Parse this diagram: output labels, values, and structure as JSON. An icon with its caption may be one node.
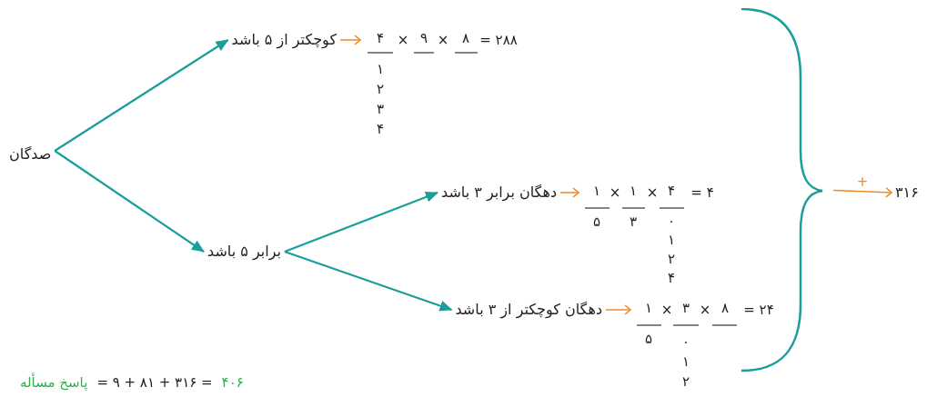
{
  "diagram": {
    "nodes": [
      {
        "text": [
          "صدگان"
        ]
      },
      {
        "text": [
          "کوچکتر از ۵ باشد"
        ]
      },
      {
        "text": [
          "برابر ۵ باشد"
        ]
      },
      {
        "text": [
          "دهگان برابر ۳ باشد"
        ]
      },
      {
        "text": [
          "دهگان کوچکتر از ۳ باشد"
        ]
      },
      {
        "text": [
          "۳۱۶"
        ]
      },
      {
        "text": [
          "۴",
          "×",
          "۹",
          "×",
          "۸",
          "= ۲۸۸",
          "۱",
          "۲",
          "۳",
          "۴"
        ]
      },
      {
        "text": [
          "۱",
          "×",
          "۱",
          "×",
          "۴",
          "= ۴",
          "۵",
          "۳",
          "۰",
          "۱",
          "۲",
          "۴"
        ]
      },
      {
        "text": [
          "۱",
          "×",
          "۳",
          "×",
          "۸",
          "= ۲۴",
          "۵",
          "۰",
          "۱",
          "۲"
        ]
      },
      {
        "text": [],
        "shape": "brace"
      }
    ],
    "edges": [
      {
        "from": 0,
        "to": 1,
        "arrow": "to"
      },
      {
        "from": 0,
        "to": 2,
        "arrow": "to"
      },
      {
        "from": 2,
        "to": 3,
        "arrow": "to"
      },
      {
        "from": 2,
        "to": 4,
        "arrow": "to"
      },
      {
        "from": 1,
        "to": 6,
        "arrow": "to",
        "color": "#f08a24"
      },
      {
        "from": 3,
        "to": 7,
        "arrow": "to",
        "color": "#f08a24"
      },
      {
        "from": 4,
        "to": 8,
        "arrow": "to",
        "color": "#f08a24"
      },
      {
        "from": 9,
        "to": 5,
        "arrow": "to",
        "label": "+",
        "color": "#f08a24"
      }
    ],
    "labels": [
      "پاسخ مسأله",
      "= ۹ + ۸۱ + ۳۱۶ =",
      "۴۰۶"
    ]
  }
}
